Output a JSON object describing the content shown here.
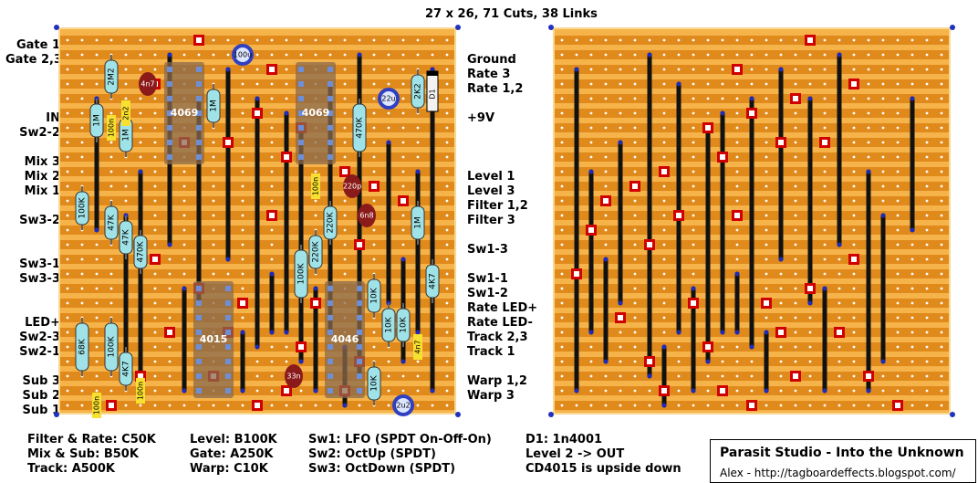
{
  "header": {
    "title": "27 x 26, 71 Cuts, 38 Links"
  },
  "left_labels": [
    "Gate 1",
    "Gate 2,3",
    "IN",
    "Sw2-2",
    "Mix 3",
    "Mix 2",
    "Mix 1",
    "Sw3-2",
    "Sw3-1",
    "Sw3-3",
    "LED+",
    "Sw2-3",
    "Sw2-1",
    "Sub 3",
    "Sub 2",
    "Sub 1"
  ],
  "right_labels": [
    "Ground",
    "Rate 3",
    "Rate 1,2",
    "+9V",
    "Level 1",
    "Level 3",
    "Filter 1,2",
    "Filter 3",
    "Sw1-3",
    "Sw1-1",
    "Sw1-2",
    "Rate LED+",
    "Rate LED-",
    "Track 2,3",
    "Track 1",
    "Warp 1,2",
    "Warp 3"
  ],
  "ics": [
    "4069",
    "4069",
    "4015",
    "4046"
  ],
  "resistors": [
    "2M2",
    "1M",
    "1M",
    "1M",
    "2K2",
    "470K",
    "100K",
    "47K",
    "47K",
    "470K",
    "1M",
    "220K",
    "220K",
    "100K",
    "10K",
    "10K",
    "10K",
    "4K7",
    "68K",
    "100K",
    "4K7",
    "10K"
  ],
  "caps": [
    "100n",
    "100n",
    "100n",
    "100n",
    "4n7",
    "220p",
    "6n8",
    "33n",
    "2n2",
    "4n7",
    "100u",
    "22u",
    "2u2"
  ],
  "diode": "D1",
  "pot_notes": [
    "Filter & Rate: C50K",
    "Mix & Sub: B50K",
    "Track: A500K",
    "Level: B100K",
    "Gate: A250K",
    "Warp: C10K"
  ],
  "switch_notes": [
    "Sw1: LFO (SPDT On-Off-On)",
    "Sw2: OctUp (SPDT)",
    "Sw3: OctDown (SPDT)"
  ],
  "misc_notes": [
    "D1: 1n4001",
    "Level 2 -> OUT",
    "CD4015 is upside down"
  ],
  "credit": {
    "title": "Parasit Studio - Into the Unknown",
    "url": "Alex - http://tagboardeffects.blogspot.com/"
  },
  "colors": {
    "board": "#f5b34a",
    "strip": "#e08a1c",
    "hole": "#ffffff",
    "cut": "#d00000",
    "link": "#111111",
    "resistor": "#9fe3e8",
    "ic": "#8a6a4c",
    "capacitor_film": "#f7e030",
    "capacitor_ceramic": "#8b1a1a",
    "electrolytic": "#3040c0"
  }
}
